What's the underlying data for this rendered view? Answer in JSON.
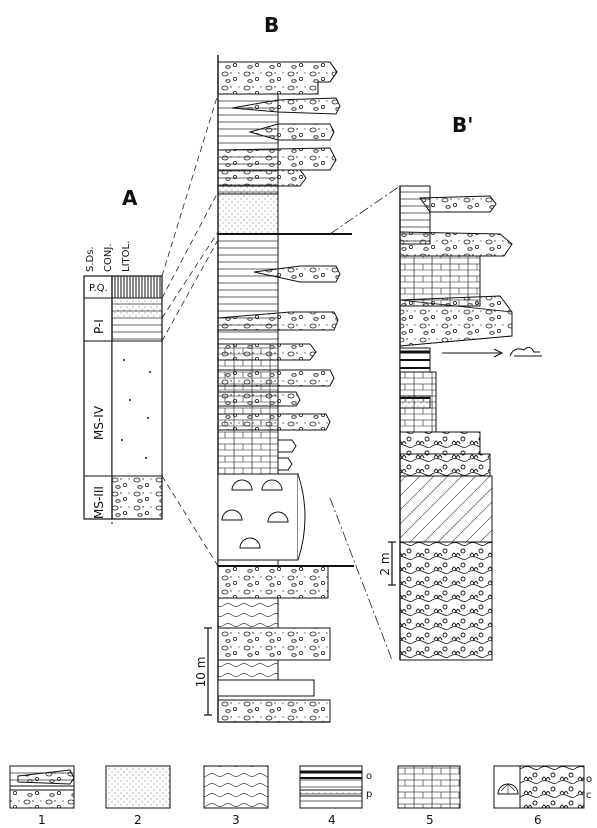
{
  "columns": {
    "A": {
      "label": "A",
      "headers": [
        "S.Ds.",
        "CONJ.",
        "LITOL."
      ],
      "units": [
        "P.Q.",
        "P-I",
        "MS-IV",
        "MS-III"
      ]
    },
    "B": {
      "label": "B",
      "scale": "10 m"
    },
    "B_prime": {
      "label": "B'",
      "scale": "2 m"
    }
  },
  "legend": {
    "items": [
      "1",
      "2",
      "3",
      "4",
      "5",
      "6"
    ],
    "marks_4": [
      "o",
      "p"
    ],
    "marks_6": [
      "o",
      "c"
    ]
  }
}
